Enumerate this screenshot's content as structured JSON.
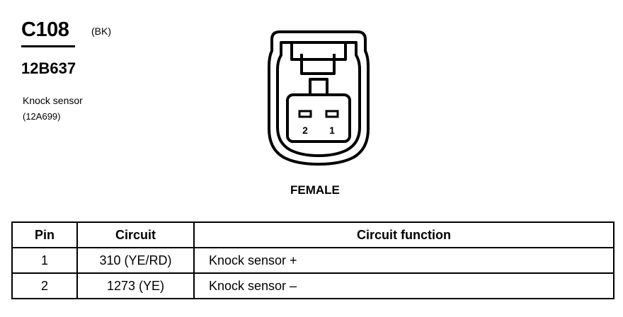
{
  "connector": {
    "id": "C108",
    "color_code": "(BK)",
    "part_number": "12B637",
    "component_name": "Knock sensor",
    "component_part": "(12A699)",
    "gender": "FEMALE",
    "pin_labels": [
      "2",
      "1"
    ]
  },
  "table": {
    "headers": {
      "pin": "Pin",
      "circuit": "Circuit",
      "function": "Circuit function"
    },
    "rows": [
      {
        "pin": "1",
        "circuit": "310 (YE/RD)",
        "function": "Knock sensor  +"
      },
      {
        "pin": "2",
        "circuit": "1273 (YE)",
        "function": "Knock sensor  –"
      }
    ]
  }
}
